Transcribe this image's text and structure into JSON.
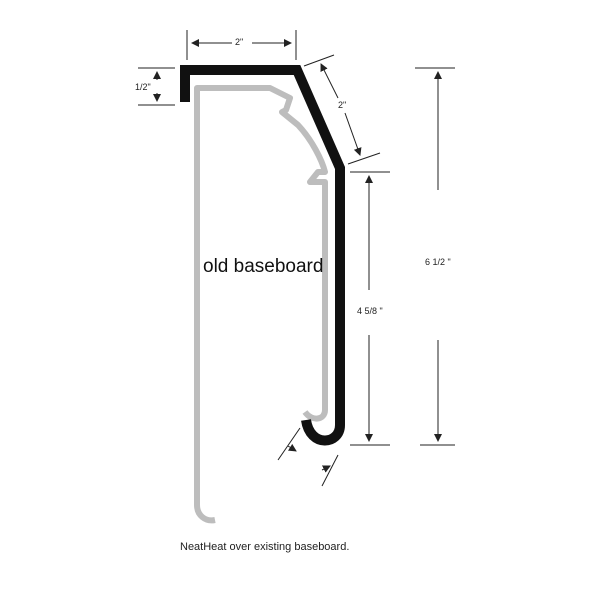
{
  "labels": {
    "top_width": "2\"",
    "lip_height": "1/2\"",
    "slant_length": "2\"",
    "total_height": "6 1/2 \"",
    "front_height": "4 5/8  \""
  },
  "old_baseboard_label": "old baseboard",
  "caption": "NeatHeat over existing baseboard.",
  "colors": {
    "cover": "#111111",
    "old_baseboard": "#bdbdbd",
    "dimension_lines": "#222222"
  }
}
